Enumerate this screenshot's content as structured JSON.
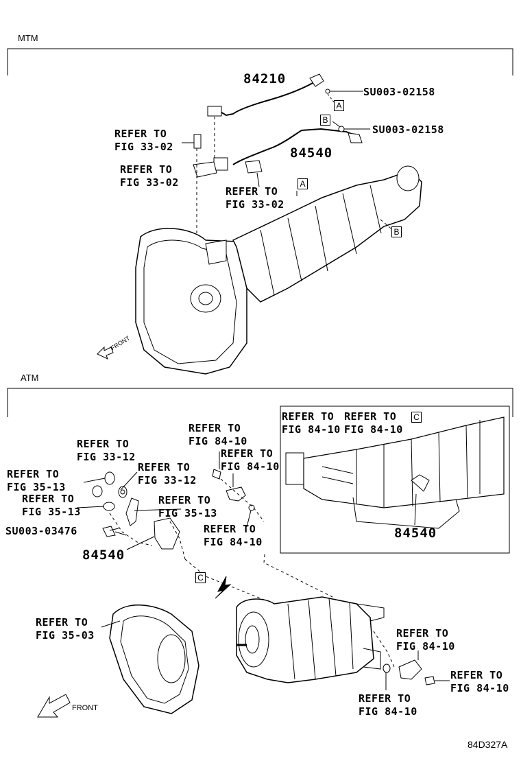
{
  "sections": {
    "mtm": "MTM",
    "atm": "ATM"
  },
  "labels": {
    "mtm_84210": "84210",
    "mtm_su_a": "SU003-02158",
    "mtm_su_b": "SU003-02158",
    "mtm_84540": "84540",
    "mtm_ref1": "REFER TO\nFIG 33-02",
    "mtm_ref2": "REFER TO\nFIG 33-02",
    "mtm_ref3": "REFER TO\nFIG 33-02",
    "atm_ref_3312a": "REFER TO\nFIG 33-12",
    "atm_ref_8410a": "REFER TO\nFIG 84-10",
    "atm_ref_8410b": "REFER TO\nFIG 84-10",
    "atm_ref_3312b": "REFER TO\nFIG 33-12",
    "atm_ref_3513a": "REFER TO\nFIG 35-13",
    "atm_ref_3513b": "REFER TO\nFIG 35-13",
    "atm_ref_3513c": "REFER TO\nFIG 35-13",
    "atm_su": "SU003-03476",
    "atm_84540": "84540",
    "atm_ref_8410c": "REFER TO\nFIG 84-10",
    "inset_ref_a": "REFER TO\nFIG 84-10",
    "inset_ref_b": "REFER TO\nFIG 84-10",
    "inset_84540": "84540",
    "atm_ref_3503": "REFER TO\nFIG 35-03",
    "atm_ref_8410d": "REFER TO\nFIG 84-10",
    "atm_ref_8410e": "REFER TO\nFIG 84-10",
    "atm_ref_8410f": "REFER TO\nFIG 84-10"
  },
  "callouts": {
    "a1": "A",
    "a2": "A",
    "b1": "B",
    "b2": "B",
    "c1": "C",
    "c2": "C"
  },
  "front": {
    "mtm": "FRONT",
    "atm": "FRONT"
  },
  "figure_code": "84D327A"
}
